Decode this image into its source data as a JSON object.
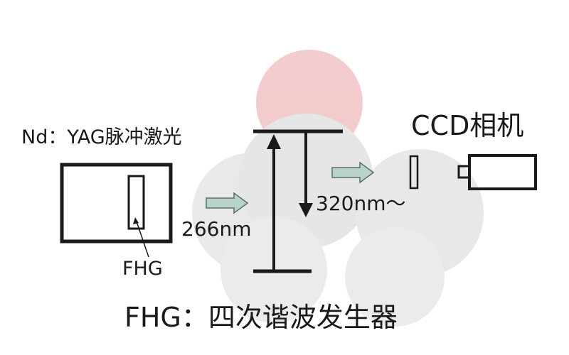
{
  "labels": {
    "laser": "Nd：YAG脉冲激光",
    "camera": "CCD相机",
    "fhg_tag": "FHG",
    "wavelength_in": "266nm",
    "wavelength_out": "320nm～",
    "caption": "FHG：四次谐波发生器"
  },
  "colors": {
    "ink": "#1a1a1a",
    "arrow_fill": "#b9d3cc",
    "arrow_stroke": "#5d6f69",
    "watermark_red": "#e8a3a6",
    "watermark_gray": "#d2d2d2"
  }
}
